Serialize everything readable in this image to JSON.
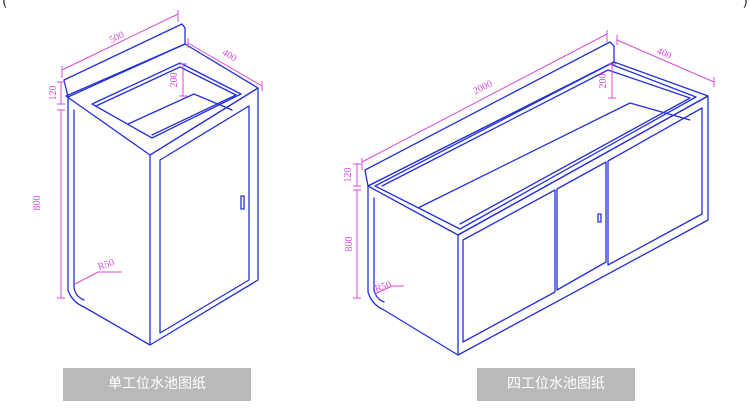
{
  "edge_marks": {
    "left": "(",
    "right": ")"
  },
  "colors": {
    "outline": "#2430d6",
    "dimension": "#d94ad9",
    "caption_bg": "#b9b9b9",
    "caption_text": "#ffffff"
  },
  "single_sink": {
    "caption": "单工位水池图纸",
    "dims": {
      "width": "500",
      "depth": "400",
      "basin_depth": "200",
      "backsplash": "120",
      "height": "800",
      "radius": "R50"
    }
  },
  "quad_sink": {
    "caption": "四工位水池图纸",
    "dims": {
      "width": "2000",
      "depth": "400",
      "basin_depth": "200",
      "backsplash": "120",
      "height": "800",
      "radius": "R50"
    }
  }
}
